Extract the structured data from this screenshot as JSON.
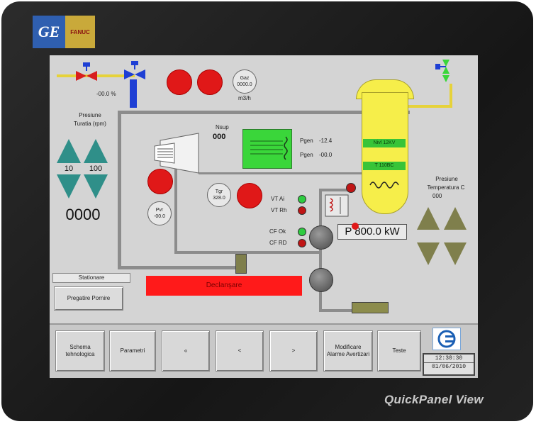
{
  "logo": {
    "ge": "GE",
    "fanuc": "FANUC"
  },
  "brand": "QuickPanel View",
  "process": {
    "valve_percent": "-00.0 %",
    "gas_gauge": {
      "label": "Gaz",
      "value": "0000.0",
      "unit": "m3/h"
    },
    "left_pressure": {
      "title_line1": "Presiune",
      "title_line2": "Turatia (rpm)",
      "up_value": "10",
      "down_value": "100",
      "counter": "0000"
    },
    "turbine_speed": {
      "label": "Nsup",
      "value": "000"
    },
    "generator": {
      "pgen_label": "Pgen",
      "pgen_value": "-12.4",
      "qgen_label": "Pgen",
      "qgen_value": "-00.0"
    },
    "boiler_levels": [
      "Nivl 12KV",
      "T 110BC"
    ],
    "right_pressure": {
      "title_line1": "Presiune",
      "title_line2": "Temperatura C",
      "value": "000"
    },
    "tgr_gauge": {
      "label": "Tgr",
      "value": "328.0"
    },
    "pvr_gauge": {
      "label": "Pvr",
      "value": "-00.0"
    },
    "indicators": [
      {
        "label": "VT Ai",
        "color": "#2ecc40"
      },
      {
        "label": "VT Rh",
        "color": "#c01515"
      },
      {
        "label": "CF Ok",
        "color": "#2ecc40"
      },
      {
        "label": "CF RD",
        "color": "#c01515"
      }
    ],
    "power_display": "P 800.0 kW",
    "alarm_banner": "Declanşare",
    "station_label": "Stationare",
    "prepare_button": "Pregatire Pornire"
  },
  "footer": {
    "buttons": [
      "Schema tehnologica",
      "Parametri",
      "«",
      "<",
      ">",
      "Modificare Alarme Avertizari",
      "Teste"
    ],
    "time": "12:30:30",
    "date": "01/06/2010"
  },
  "colors": {
    "accent_red": "#e01818",
    "banner_red": "#ff1a1a",
    "boiler_yellow": "#f6ee4a",
    "gen_green": "#3ad63a",
    "teal": "#2f8f89",
    "olive": "#7f7f4c"
  }
}
